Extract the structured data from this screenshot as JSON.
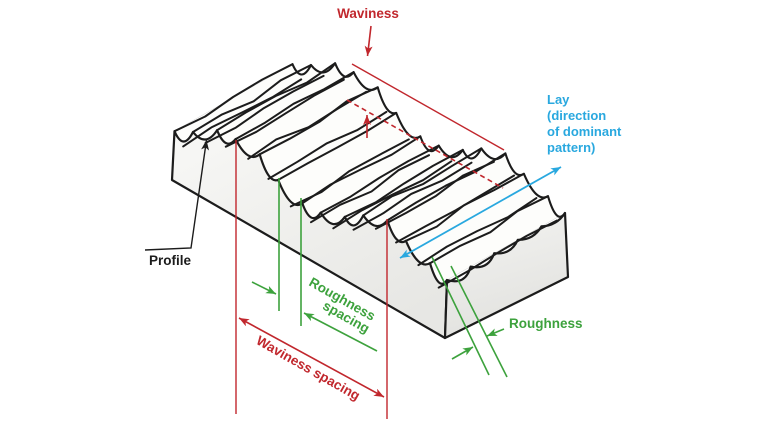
{
  "labels": {
    "waviness": "Waviness",
    "waviness_spacing": "Waviness spacing",
    "roughness_spacing_line1": "Roughness",
    "roughness_spacing_line2": "spacing",
    "roughness": "Roughness",
    "profile": "Profile",
    "lay_line1": "Lay",
    "lay_line2": "(direction",
    "lay_line3": "of dominant",
    "lay_line4": "pattern)"
  },
  "colors": {
    "waviness_red": "#c1272d",
    "roughness_green": "#3da23d",
    "lay_blue": "#29a8df",
    "outline_black": "#1c1c1c",
    "background": "#ffffff"
  }
}
